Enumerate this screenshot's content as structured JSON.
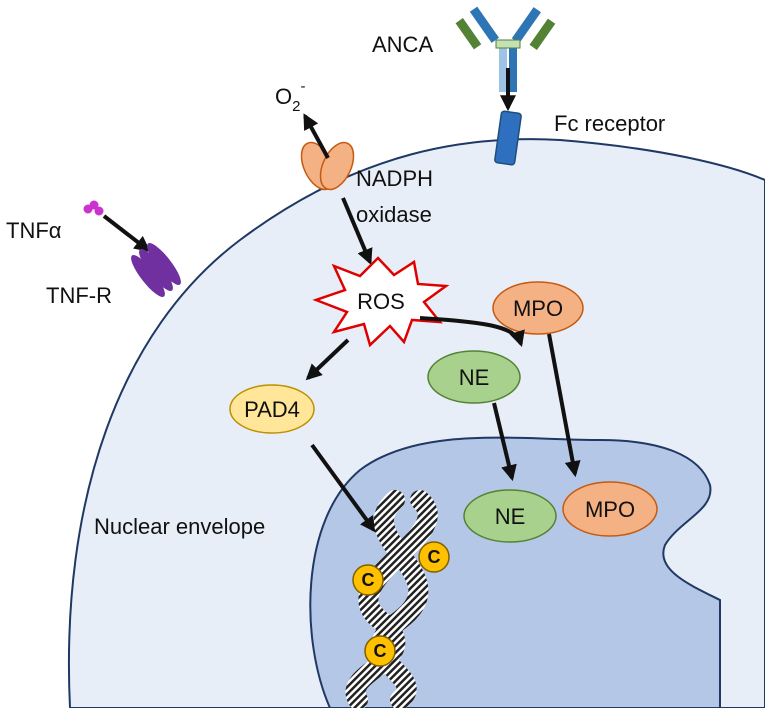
{
  "labels": {
    "anca": "ANCA",
    "fc_receptor": "Fc receptor",
    "superoxide_base": "O",
    "superoxide_sub": "2",
    "superoxide_sup": "-",
    "nadph_line1": "NADPH",
    "nadph_line2": "oxidase",
    "tnf_alpha": "TNFα",
    "tnf_r": "TNF-R",
    "ros": "ROS",
    "mpo_cyto": "MPO",
    "ne_cyto": "NE",
    "pad4": "PAD4",
    "ne_nuc": "NE",
    "mpo_nuc": "MPO",
    "nuclear_envelope": "Nuclear envelope",
    "citrulline_1": "C",
    "citrulline_2": "C",
    "citrulline_3": "C"
  },
  "colors": {
    "cell_fill": "#e8eef7",
    "cell_stroke": "#1f3864",
    "nucleus_fill": "#b4c7e7",
    "mpo_fill": "#f4b183",
    "mpo_stroke": "#c55a11",
    "ne_fill": "#a9d18e",
    "ne_stroke": "#548235",
    "pad4_fill": "#ffe699",
    "pad4_stroke": "#bf9000",
    "ros_stroke": "#e00000",
    "citrulline_fill": "#ffc000",
    "tnfr_fill": "#7030a0",
    "tnf_alpha_fill": "#cc33cc",
    "fc_receptor_fill": "#2f6fbf"
  },
  "icons": {
    "antibody": "antibody-icon",
    "dna": "dna-helix-icon"
  }
}
